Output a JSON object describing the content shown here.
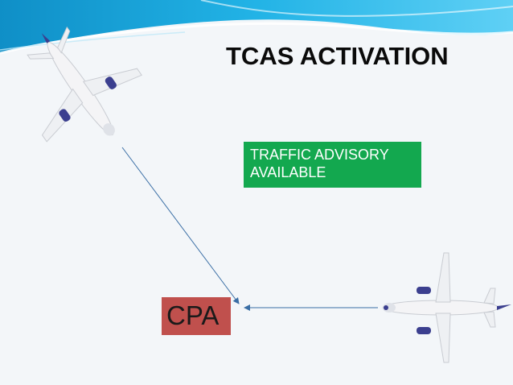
{
  "slide": {
    "title": "TCAS ACTIVATION",
    "advisory_line1": "TRAFFIC ADVISORY",
    "advisory_line2": "AVAILABLE",
    "cpa_label": "CPA"
  },
  "colors": {
    "advisory_box": "#13a84f",
    "cpa_box": "#c0504d",
    "arrow": "#3a6ea5",
    "header_wave": "#1aa3d9"
  },
  "icons": [
    "airplane-icon",
    "airplane-icon"
  ]
}
